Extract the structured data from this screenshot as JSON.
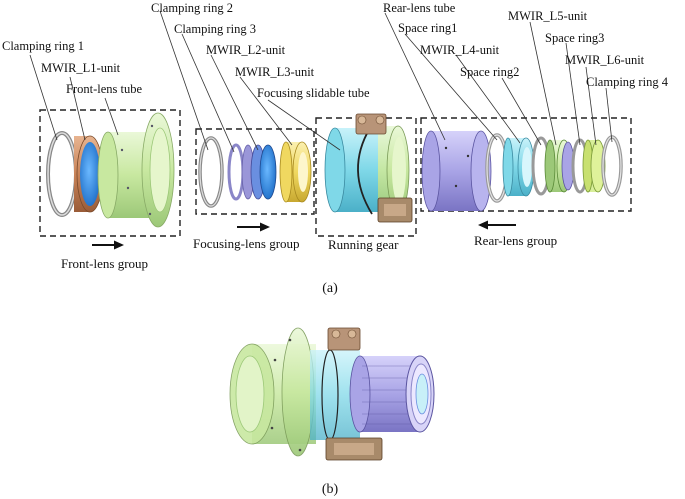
{
  "labels": {
    "clamping_ring_1": "Clamping ring 1",
    "mwir_l1": "MWIR_L1-unit",
    "front_lens_tube": "Front-lens tube",
    "clamping_ring_2": "Clamping ring 2",
    "clamping_ring_3": "Clamping ring 3",
    "mwir_l2": "MWIR_L2-unit",
    "mwir_l3": "MWIR_L3-unit",
    "focusing_slidable_tube": "Focusing slidable tube",
    "rear_lens_tube": "Rear-lens tube",
    "space_ring_1": "Space ring1",
    "mwir_l4": "MWIR_L4-unit",
    "space_ring_2": "Space ring2",
    "mwir_l5": "MWIR_L5-unit",
    "space_ring_3": "Space ring3",
    "mwir_l6": "MWIR_L6-unit",
    "clamping_ring_4": "Clamping ring 4"
  },
  "groups": {
    "front": "Front-lens group",
    "focusing": "Focusing-lens group",
    "running": "Running gear",
    "rear": "Rear-lens group"
  },
  "captions": {
    "a": "(a)",
    "b": "(b)"
  },
  "colors": {
    "green_tube": "#c8e8a0",
    "copper": "#c8845a",
    "blue_lens": "#2f8de0",
    "violet": "#a9a4e6",
    "cyan": "#7fd8e8",
    "yellow": "#f0d860",
    "brown_gear": "#b89478"
  }
}
